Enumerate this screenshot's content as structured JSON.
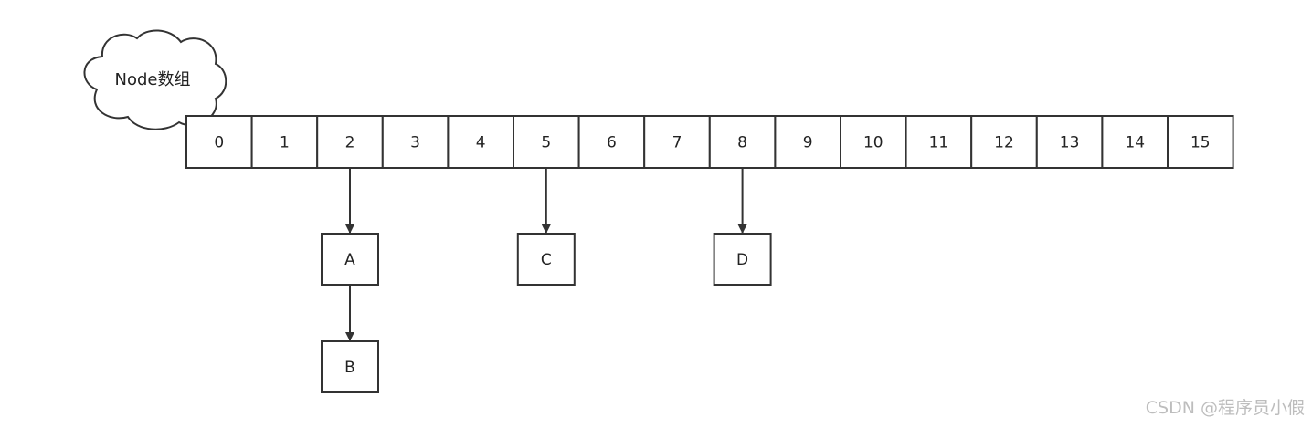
{
  "cloud_label": "Node数组",
  "array_cells": [
    "0",
    "1",
    "2",
    "3",
    "4",
    "5",
    "6",
    "7",
    "8",
    "9",
    "10",
    "11",
    "12",
    "13",
    "14",
    "15"
  ],
  "nodes": [
    {
      "label": "A",
      "from_index": 2,
      "level": 1
    },
    {
      "label": "B",
      "from_index": 2,
      "level": 2
    },
    {
      "label": "C",
      "from_index": 5,
      "level": 1
    },
    {
      "label": "D",
      "from_index": 8,
      "level": 1
    }
  ],
  "watermark": "CSDN @程序员小假"
}
